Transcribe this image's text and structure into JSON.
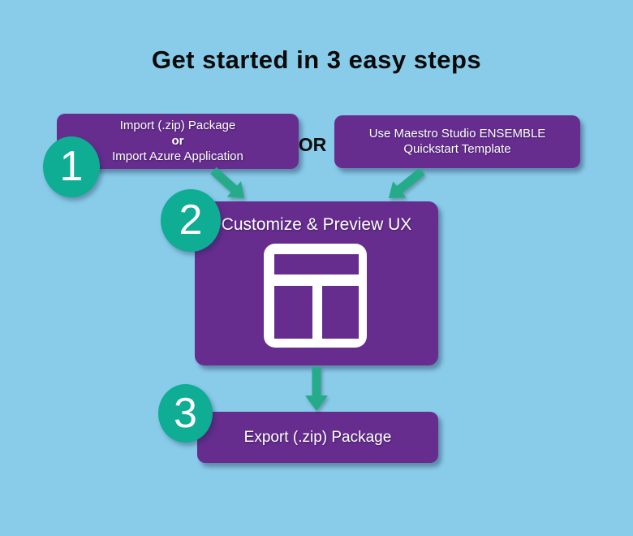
{
  "title": "Get started in 3 easy steps",
  "steps": [
    {
      "number": "1",
      "description_lines": [
        "Import (.zip) Package",
        "or",
        "Import Azure Application"
      ]
    },
    {
      "number": "2",
      "description": "Customize & Preview UX"
    },
    {
      "number": "3",
      "description": "Export (.zip) Package"
    }
  ],
  "alternative": {
    "or_label": "OR",
    "lines": [
      "Use Maestro Studio ENSEMBLE",
      "Quickstart Template"
    ]
  },
  "icons": {
    "customize_preview": "layout-wireframe-icon"
  },
  "colors": {
    "background": "#89CCEA",
    "box_purple": "#662D8F",
    "badge_teal": "#0EAD94",
    "arrow_teal": "#25AB89",
    "title_text": "#0a0a0a",
    "box_text": "#ffffff"
  }
}
